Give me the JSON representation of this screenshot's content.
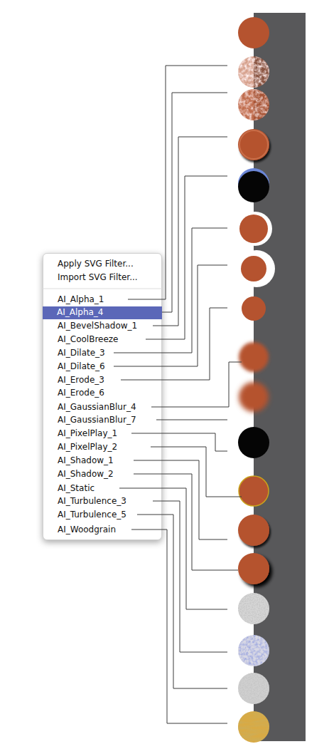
{
  "diagram": {
    "nodes": [
      {
        "text": [
          "Apply SVG Filter...",
          "Import SVG Filter...",
          "AI_Alpha_1",
          "AI_BevelShadow_1",
          "AI_CoolBreeze",
          "AI_Dilate_3",
          "AI_Dilate_6",
          "AI_Erode_3",
          "AI_Erode_6",
          "AI_GaussianBlur_4",
          "AI_GaussianBlur_7",
          "AI_PixelPlay_1",
          "AI_PixelPlay_2",
          "AI_Shadow_1",
          "AI_Shadow_2",
          "AI_Static",
          "AI_Turbulence_3",
          "AI_Turbulence_5",
          "AI_Woodgrain"
        ]
      },
      {
        "text": [
          "AI_Alpha_4"
        ],
        "in": 0
      }
    ]
  }
}
